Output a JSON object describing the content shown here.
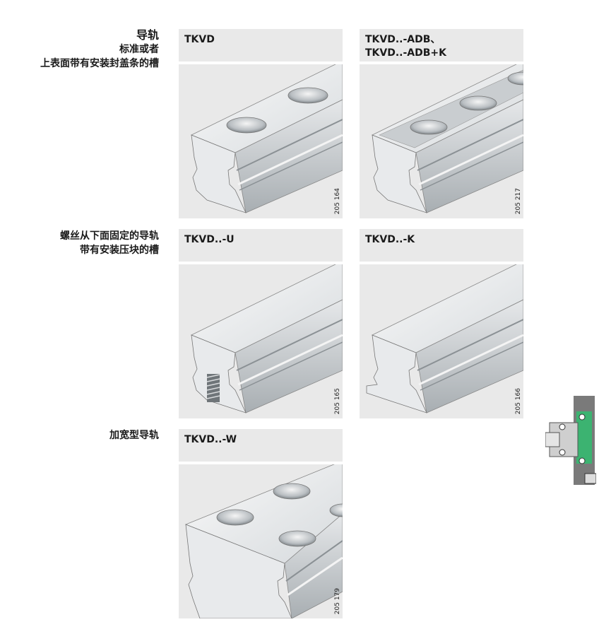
{
  "sections": [
    {
      "title": "导轨",
      "lines": [
        "标准或者",
        "上表面带有安装封盖条的槽"
      ]
    },
    {
      "title": "",
      "lines": [
        "螺丝从下面固定的导轨",
        "带有安装压块的槽"
      ]
    },
    {
      "title": "",
      "lines": [
        "加宽型导轨"
      ]
    }
  ],
  "cards": [
    {
      "label": "TKVD",
      "code": "205 164",
      "holes": "double",
      "variant": "standard"
    },
    {
      "label": "TKVD..-ADB、\nTKVD..-ADB+K",
      "code": "205 217",
      "holes": "triple",
      "variant": "cover-strip"
    },
    {
      "label": "TKVD..-U",
      "code": "205 165",
      "holes": "none",
      "variant": "threaded"
    },
    {
      "label": "TKVD..-K",
      "code": "205 166",
      "holes": "none",
      "variant": "clamp"
    },
    {
      "label": "TKVD..-W",
      "code": "205 179",
      "holes": "wide",
      "variant": "wide"
    }
  ],
  "colors": {
    "panel": "#e9e9e9",
    "rail_light": "#f2f2f2",
    "rail_mid": "#cfd3d6",
    "rail_dark": "#9aa0a4",
    "accent_green": "#3cb371"
  },
  "icons": {
    "side": "bearing-cross-section-icon"
  }
}
